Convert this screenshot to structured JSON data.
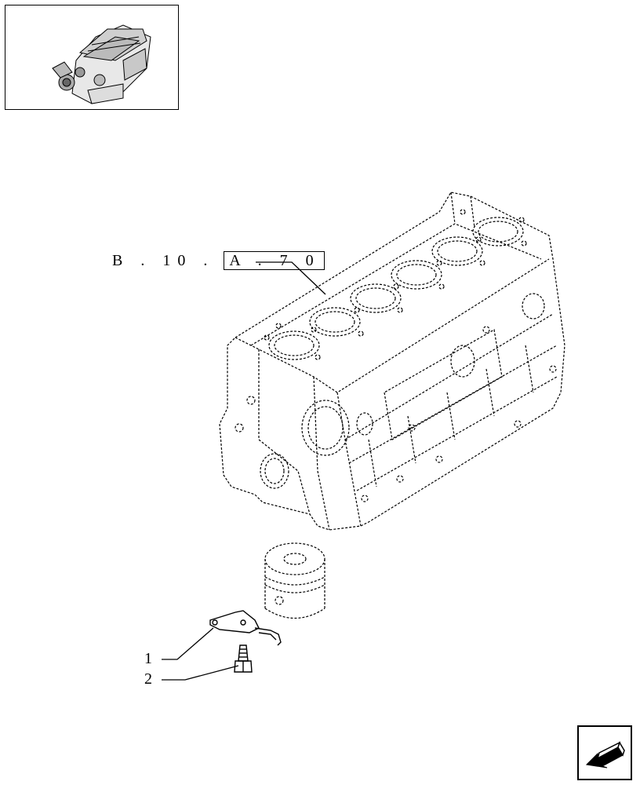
{
  "reference": {
    "prefix": "B . 10 .",
    "boxed": "A . 7 0"
  },
  "callouts": [
    {
      "number": "1"
    },
    {
      "number": "2"
    }
  ],
  "icons": {
    "thumbnail": "engine-thumbnail-icon",
    "navigation": "arrow-back-icon"
  },
  "colors": {
    "line": "#000000",
    "background": "#ffffff"
  }
}
